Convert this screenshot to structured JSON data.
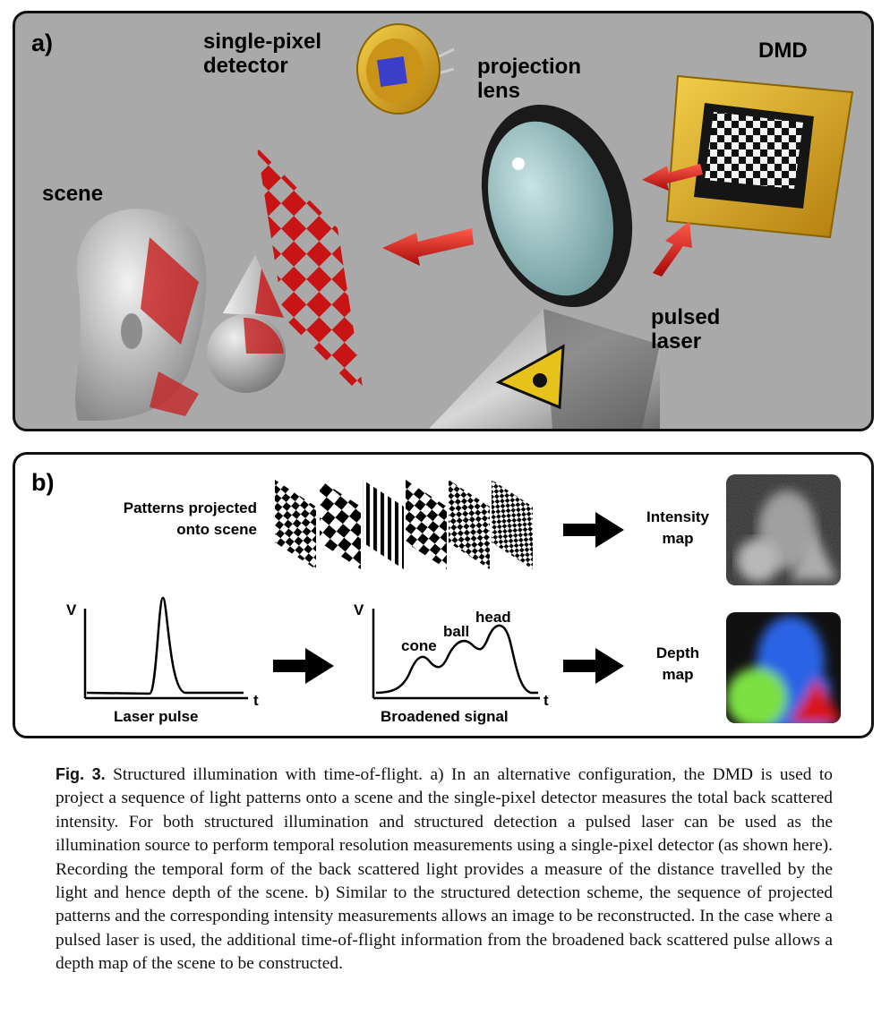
{
  "panel_a": {
    "letter": "a)",
    "labels": {
      "detector_line1": "single-pixel",
      "detector_line2": "detector",
      "lens_line1": "projection",
      "lens_line2": "lens",
      "dmd": "DMD",
      "scene": "scene",
      "laser_line1": "pulsed",
      "laser_line2": "laser"
    }
  },
  "panel_b": {
    "letter": "b)",
    "patterns_line1": "Patterns projected",
    "patterns_line2": "onto scene",
    "intensity_line1": "Intensity",
    "intensity_line2": "map",
    "depth_line1": "Depth",
    "depth_line2": "map",
    "laser_pulse_label": "Laser pulse",
    "broadened_label": "Broadened signal",
    "axis_v": "V",
    "axis_t": "t",
    "peak_cone": "cone",
    "peak_ball": "ball",
    "peak_head": "head"
  },
  "caption": {
    "fig_label": "Fig. 3.",
    "text": "Structured illumination with time-of-flight. a) In an alternative configuration, the DMD is used to project a sequence of light patterns onto a scene and the single-pixel detector measures the total back scattered intensity. For both structured illumination and structured detection a pulsed laser can be used as the illumination source to perform temporal resolution measurements using a single-pixel detector (as shown here). Recording the temporal form of the back scattered light provides a measure of the distance travelled by the light and hence depth of the scene. b) Similar to the structured detection scheme, the sequence of projected patterns and the corresponding intensity measurements allows an image to be reconstructed. In the case where a pulsed laser is used, the additional time-of-flight information from the broadened back scattered pulse allows a depth map of the scene to be constructed."
  },
  "colors": {
    "panel_a_background": "#a9a9a9",
    "arrow_red": "#cc1010",
    "pattern_red": "#c81414",
    "depth_blue": "#2b63e6",
    "depth_green": "#7be042",
    "depth_red": "#d81414",
    "gold": "#d9a21c"
  }
}
